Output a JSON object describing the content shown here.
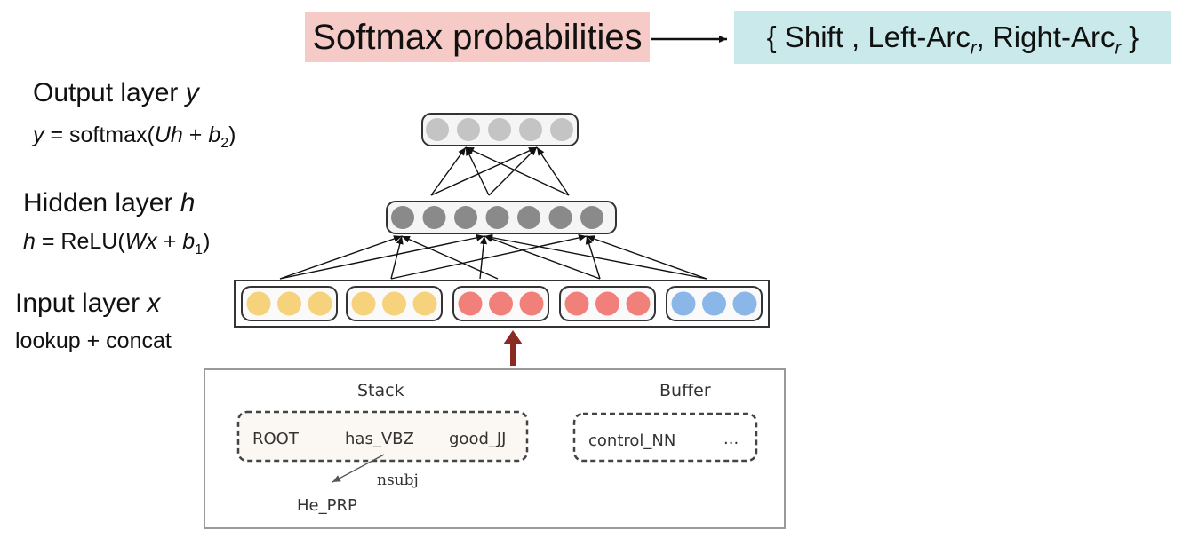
{
  "header": {
    "softmax_label": "Softmax probabilities",
    "classes": {
      "open": "{ Shift , Left-Arc",
      "sub1": "r",
      "mid": ", Right-Arc",
      "sub2": "r",
      "close": " }"
    },
    "softmax_bg": "#f6cbc7",
    "classes_bg": "#c9e9ea"
  },
  "layers": {
    "output": {
      "title": "Output layer ",
      "var": "y",
      "eq_var": "y",
      "eq_mid": " = softmax(",
      "eq_U": "Uh",
      "eq_plus": " + ",
      "eq_b": "b",
      "eq_sub": "2",
      "eq_end": ")",
      "node_count": 5,
      "node_color": "#c4c4c4"
    },
    "hidden": {
      "title": "Hidden layer ",
      "var": "h",
      "eq_var": "h",
      "eq_mid": " = ReLU(",
      "eq_W": "Wx",
      "eq_plus": " + ",
      "eq_b": "b",
      "eq_sub": "1",
      "eq_end": ")",
      "node_count": 7,
      "node_color": "#8a8a8a"
    },
    "input": {
      "title": "Input layer ",
      "var": "x",
      "subtitle": "lookup + concat",
      "groups": [
        {
          "color": "#f6d27c"
        },
        {
          "color": "#f6d27c"
        },
        {
          "color": "#f2807a"
        },
        {
          "color": "#f2807a"
        },
        {
          "color": "#8ab6e8"
        }
      ],
      "nodes_per_group": 3
    }
  },
  "config": {
    "stack_label": "Stack",
    "buffer_label": "Buffer",
    "stack_items": [
      "ROOT",
      "has_VBZ",
      "good_JJ"
    ],
    "buffer_items": [
      "control_NN",
      "..."
    ],
    "dependent": "He_PRP",
    "relation": "nsubj",
    "arrow_color": "#8b2a22"
  }
}
